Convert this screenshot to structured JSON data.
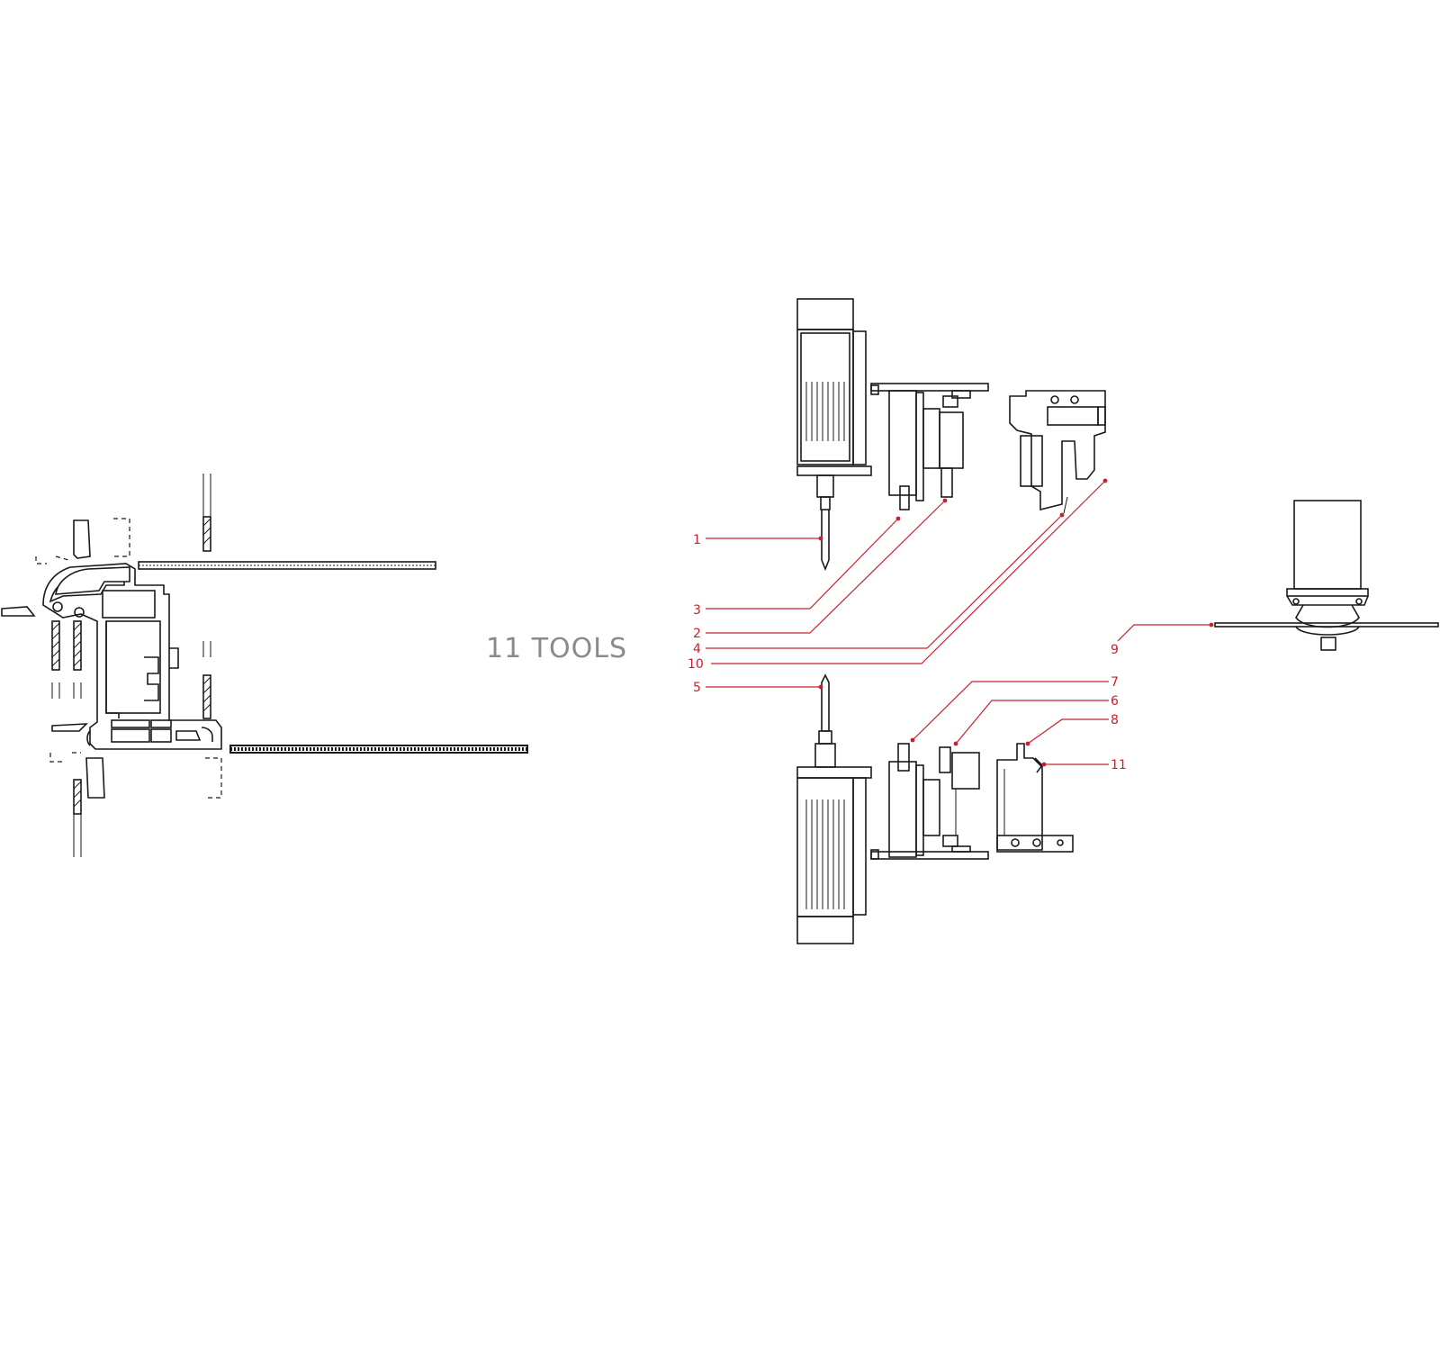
{
  "title": "11 TOOLS",
  "colors": {
    "callout": "#c8202c",
    "ink": "#1a1a1a",
    "title": "#8a8a8a"
  },
  "callouts": [
    {
      "number": "1"
    },
    {
      "number": "3"
    },
    {
      "number": "2"
    },
    {
      "number": "4"
    },
    {
      "number": "10"
    },
    {
      "number": "5"
    },
    {
      "number": "9"
    },
    {
      "number": "7"
    },
    {
      "number": "6"
    },
    {
      "number": "8"
    },
    {
      "number": "11"
    }
  ]
}
